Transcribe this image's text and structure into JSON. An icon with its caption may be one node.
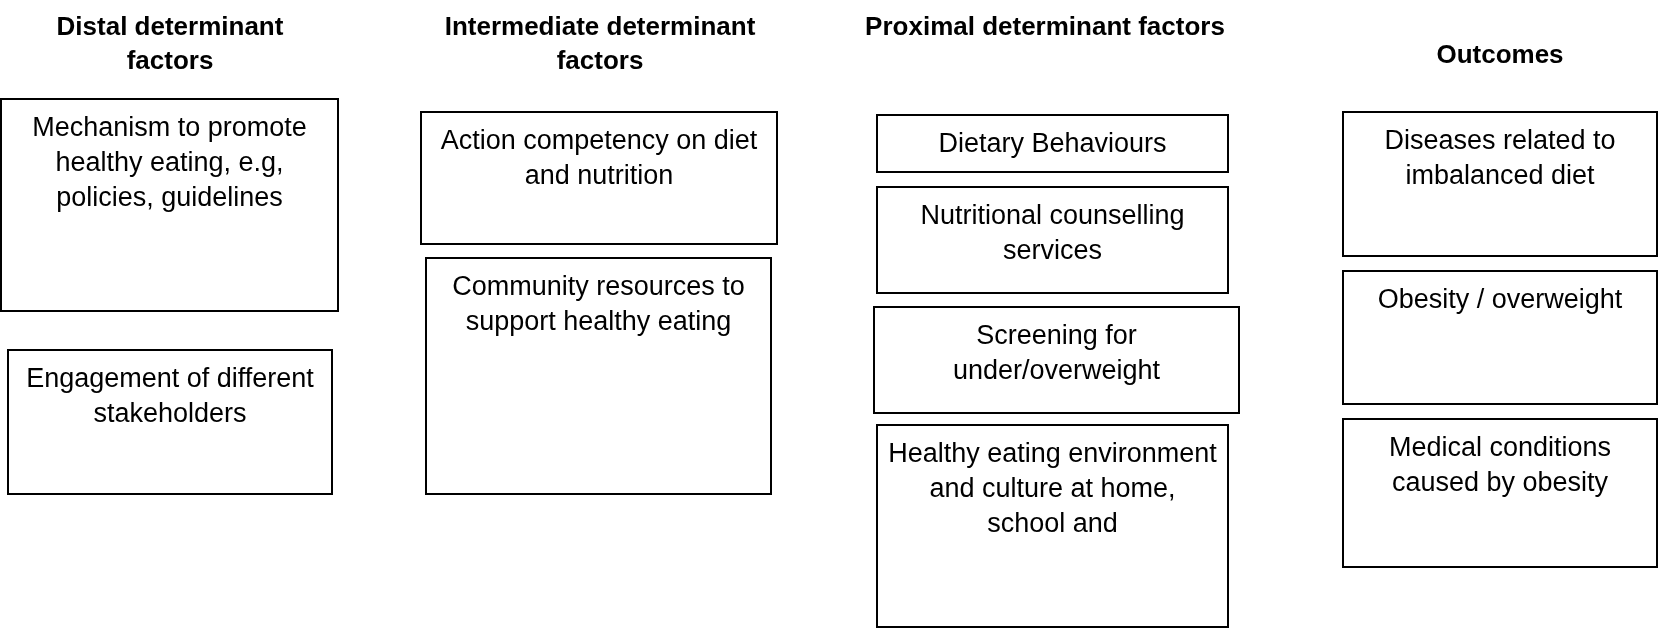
{
  "diagram": {
    "nodes": [
      {
        "text": [
          "Mechanism to promote healthy eating, e.g, policies, guidelines"
        ]
      },
      {
        "text": [
          "Engagement of different stakeholders"
        ]
      },
      {
        "text": [
          "Action competency on diet and nutrition"
        ]
      },
      {
        "text": [
          "Community resources to support healthy eating"
        ]
      },
      {
        "text": [
          "Dietary Behaviours"
        ]
      },
      {
        "text": [
          "Nutritional counselling services"
        ]
      },
      {
        "text": [
          "Screening for under/overweight"
        ]
      },
      {
        "text": [
          "Healthy eating environment and culture at home, school and"
        ]
      },
      {
        "text": [
          "Diseases related to imbalanced diet"
        ]
      },
      {
        "text": [
          "Obesity / overweight"
        ]
      },
      {
        "text": [
          "Medical conditions caused by obesity"
        ]
      }
    ],
    "edges": [],
    "labels": [
      "Distal determinant factors",
      "Intermediate determinant factors",
      "Proximal determinant factors",
      "Outcomes"
    ]
  }
}
